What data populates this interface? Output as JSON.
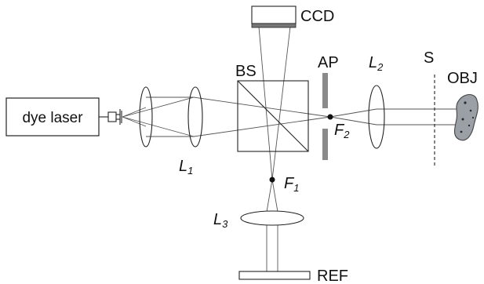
{
  "components": {
    "laser_label": "dye laser",
    "beam_splitter": "BS",
    "aperture": "AP",
    "sample_plane": "S",
    "object": "OBJ",
    "camera": "CCD",
    "reference": "REF",
    "lens1": {
      "name": "L",
      "sub": "1"
    },
    "lens2": {
      "name": "L",
      "sub": "2"
    },
    "lens3": {
      "name": "L",
      "sub": "3"
    },
    "focus1": {
      "name": "F",
      "sub": "1"
    },
    "focus2": {
      "name": "F",
      "sub": "2"
    }
  },
  "colors": {
    "line": "#222222",
    "beam": "#555555",
    "aperture": "#8a8a8a",
    "ccd_sensor": "#777777",
    "object_fill": "#9aa0a6",
    "object_dots": "#2a2a2a"
  }
}
